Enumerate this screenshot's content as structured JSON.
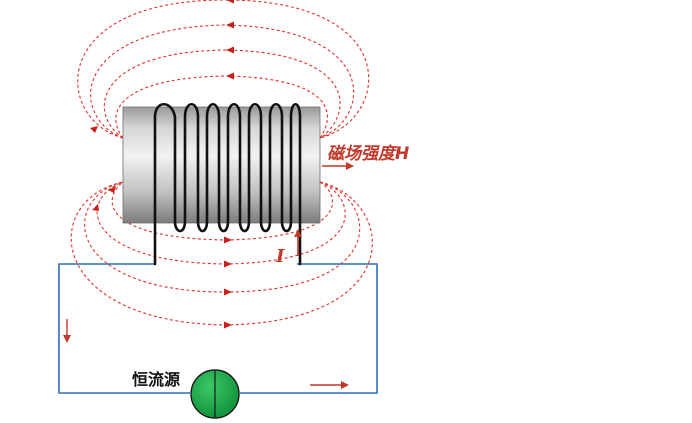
{
  "labels": {
    "field_strength": "磁场强度H",
    "current": "I",
    "source": "恒流源"
  },
  "colors": {
    "field_line": "#e0312b",
    "field_arrow": "#c8201a",
    "label_red": "#c0392b",
    "circuit_wire": "#2f6fb8",
    "coil_wire": "#111111",
    "source_fill": "#18a84a",
    "cylinder_light": "#e4e4e4",
    "cylinder_dark": "#8c8c8c"
  },
  "icons": {
    "field_arrow": "arrowhead",
    "current_arrow": "arrow",
    "source": "circle-source"
  }
}
